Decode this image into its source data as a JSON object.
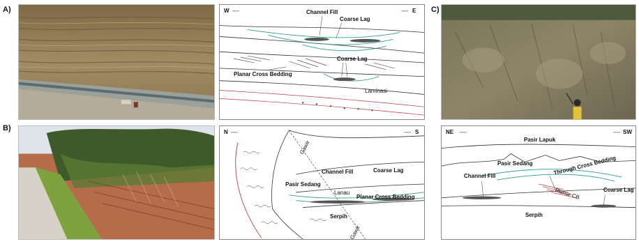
{
  "panels": {
    "a": {
      "letter": "A)",
      "sketch": {
        "west": "W",
        "east": "E",
        "channel_fill": "Channel Fill",
        "coarse_lag_top": "Coarse Lag",
        "coarse_lag_mid": "Coarse Lag",
        "planar_cross_bedding": "Planar Cross Bedding",
        "laminasi": "Laminasi"
      }
    },
    "b": {
      "letter": "B)",
      "sketch": {
        "north": "N",
        "south": "S",
        "gawir_top": "Gawir",
        "gawir_bottom": "Gawir",
        "channel_fill": "Channel Fill",
        "coarse_lag": "Coarse Lag",
        "pasir_sedang": "Pasir Sedang",
        "lanau": "Lanau",
        "planar_cross_bedding": "Planar Cross Bedding",
        "serpih": "Serpih"
      }
    },
    "c": {
      "letter": "C)",
      "sketch": {
        "northeast": "NE",
        "southwest": "SW",
        "pasir_lapuk": "Pasir Lapuk",
        "pasir_sedang": "Pasir Sedang",
        "through_cross_bedding": "Through Cross Bedding",
        "channel_fill": "Channel Fill",
        "planar_cb": "Planar CB",
        "coarse_lag": "Coarse Lag",
        "serpih": "Serpih"
      }
    }
  },
  "colors": {
    "sketch_line": "#333333",
    "channel_line": "#2e9e88",
    "red_line": "#c43a3a"
  }
}
